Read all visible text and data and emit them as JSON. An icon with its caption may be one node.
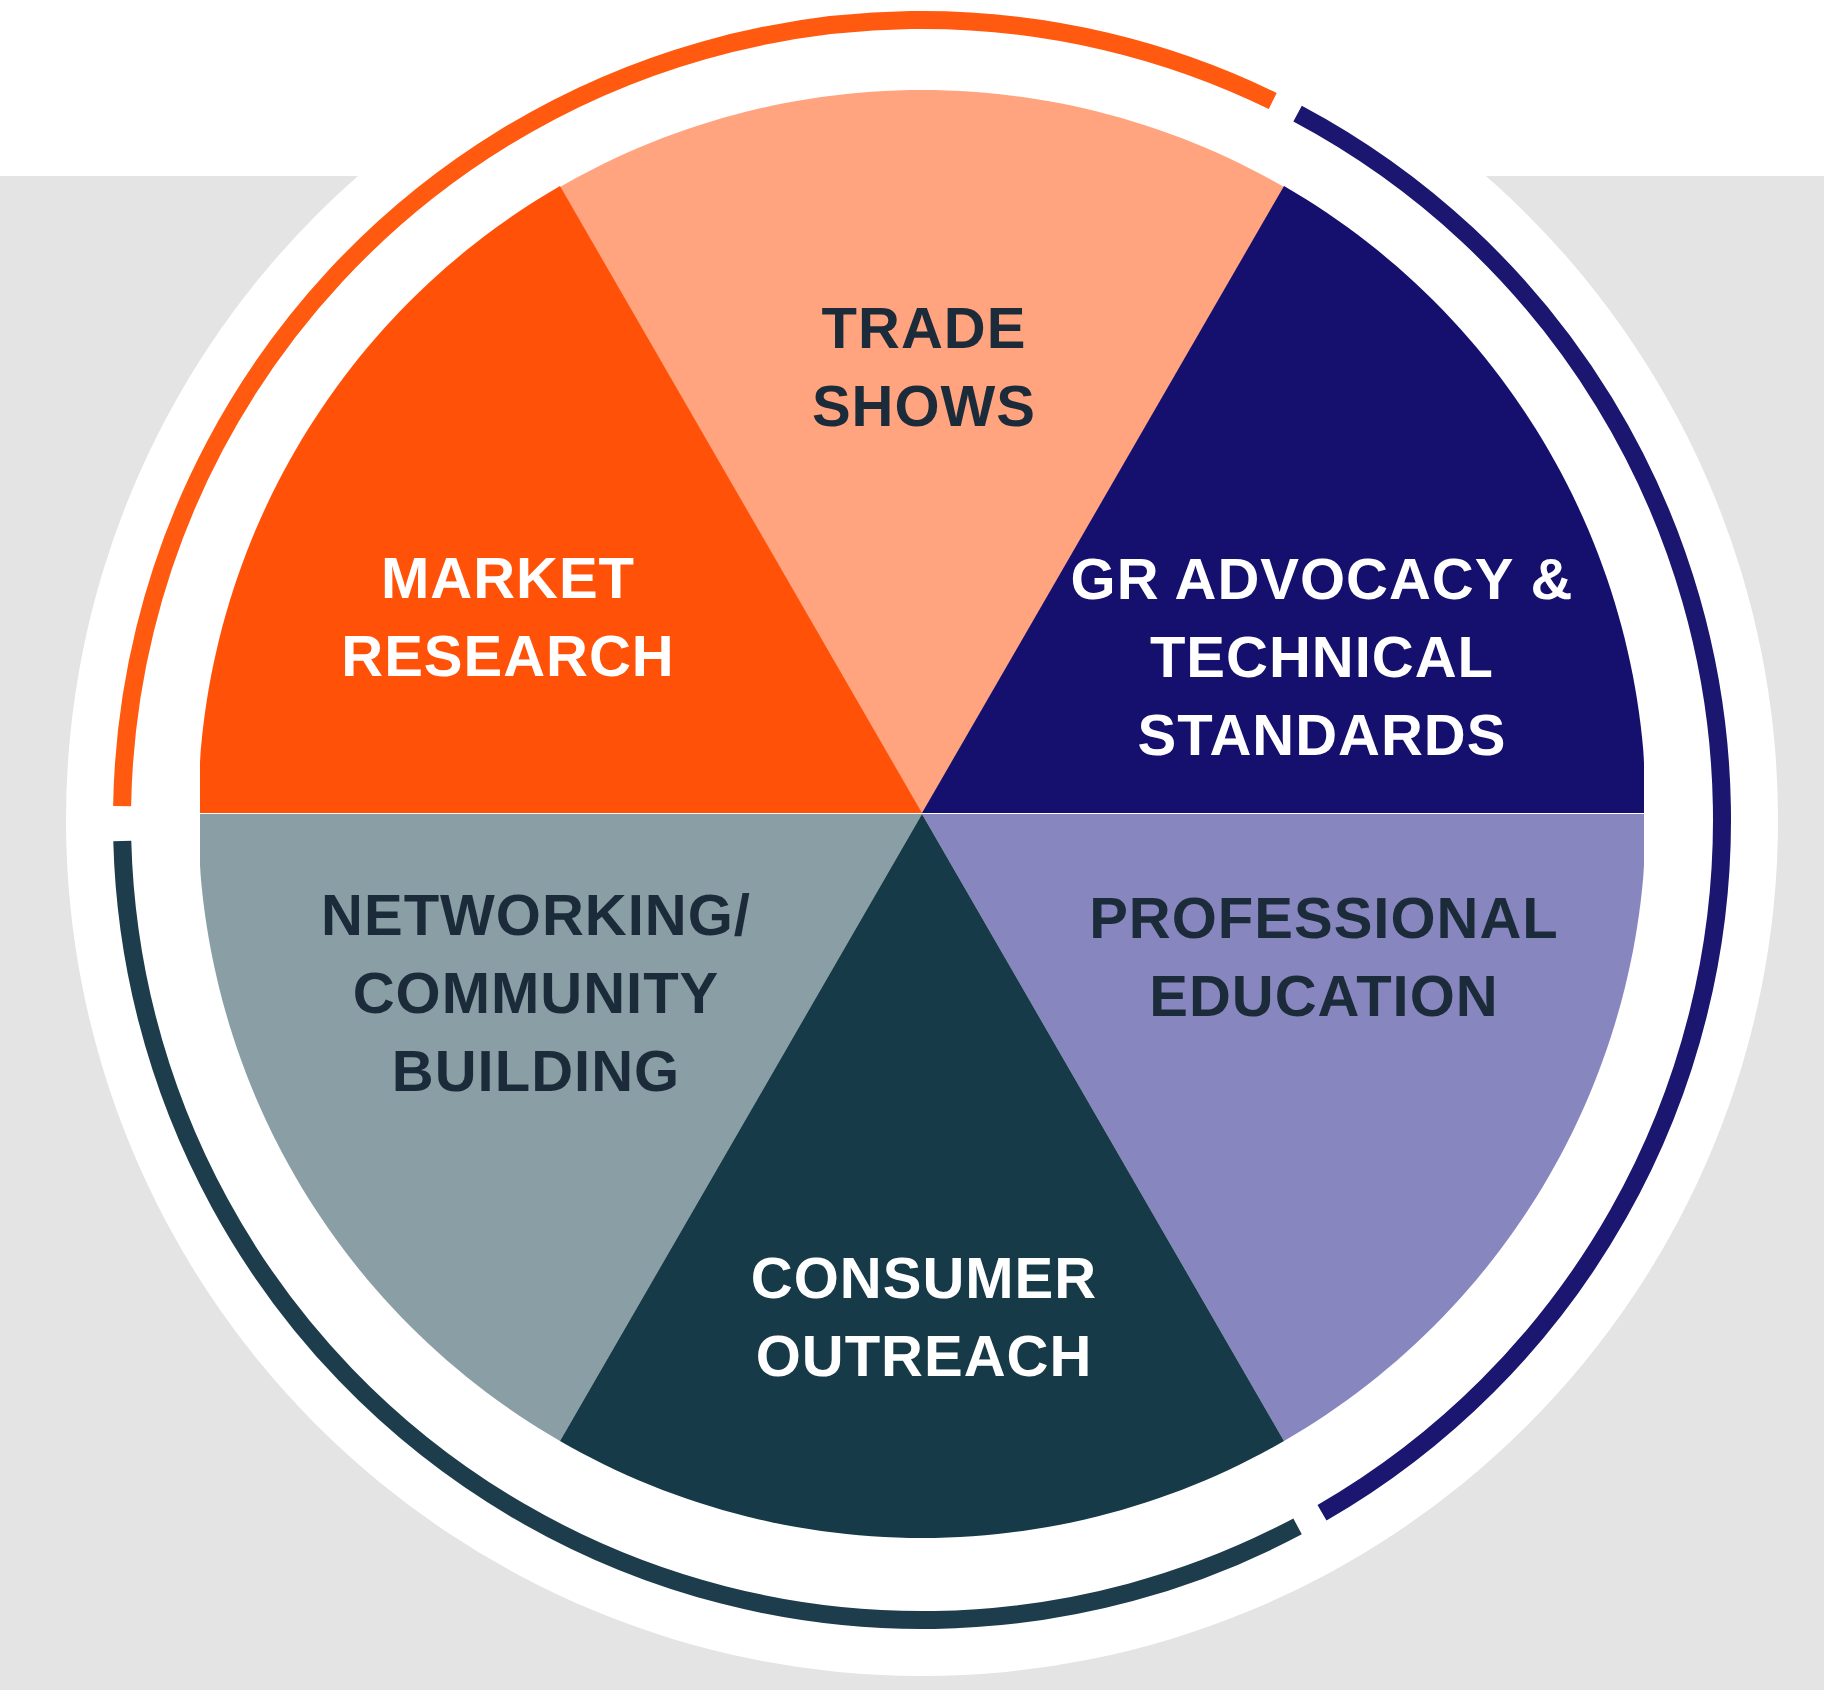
{
  "diagram": {
    "nodes": [
      {
        "text": [
          "TRADE SHOWS"
        ]
      },
      {
        "text": [
          "MARKET RESEARCH"
        ]
      },
      {
        "text": [
          "GR ADVOCACY & TECHNICAL STANDARDS"
        ]
      },
      {
        "text": [
          "NETWORKING/ COMMUNITY BUILDING"
        ]
      },
      {
        "text": [
          "PROFESSIONAL EDUCATION"
        ]
      },
      {
        "text": [
          "CONSUMER OUTREACH"
        ]
      }
    ]
  }
}
